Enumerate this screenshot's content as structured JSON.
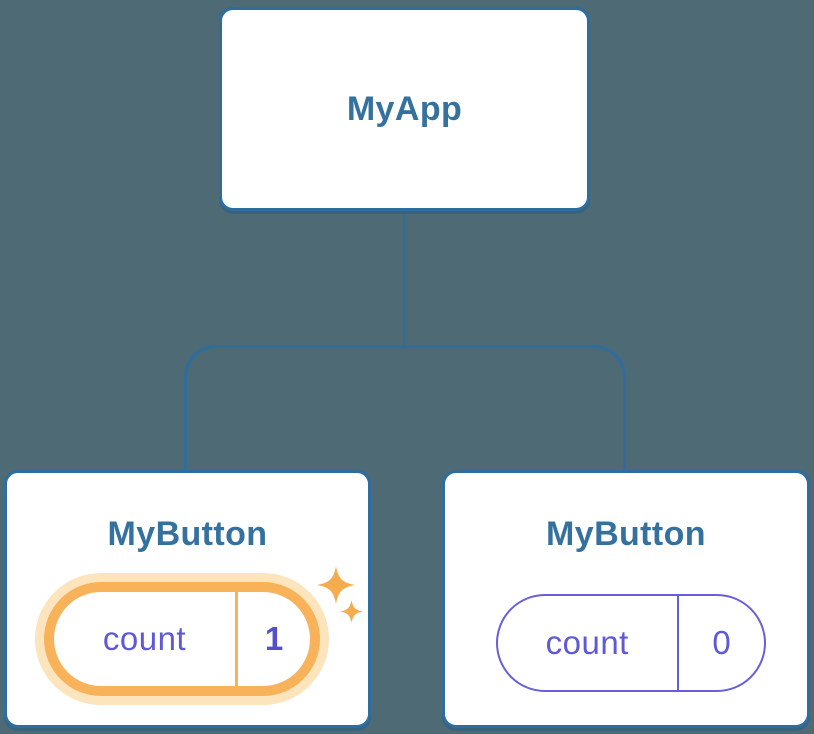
{
  "diagram": {
    "root": {
      "label": "MyApp"
    },
    "children": [
      {
        "label": "MyButton",
        "state": {
          "key": "count",
          "value": "1"
        },
        "highlighted": true
      },
      {
        "label": "MyButton",
        "state": {
          "key": "count",
          "value": "0"
        },
        "highlighted": false
      }
    ]
  },
  "icons": {
    "sparkle_large": "sparkle-icon",
    "sparkle_small": "sparkle-icon"
  },
  "colors": {
    "background": "#4d6a75",
    "card_border": "#2e6d9e",
    "card_text": "#35719f",
    "connector": "#2e6d9e",
    "state_purple": "#6059d6",
    "highlight_ring": "#f8b25a",
    "highlight_halo": "#fce4bd",
    "sparkle": "#f5ac4e"
  }
}
